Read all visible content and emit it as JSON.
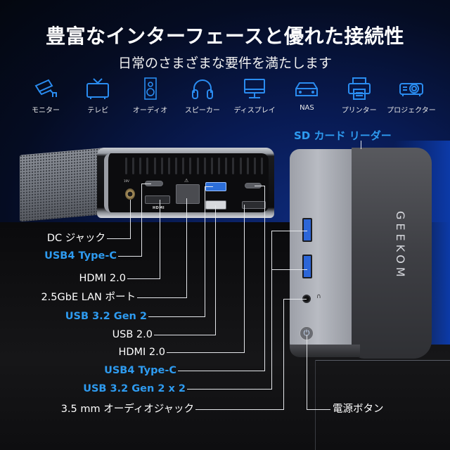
{
  "header": {
    "title": "豊富なインターフェースと優れた接続性",
    "subtitle": "日常のさまざまな要件を満たします"
  },
  "devices": [
    {
      "icon": "security-camera-icon",
      "label": "モニター"
    },
    {
      "icon": "tv-icon",
      "label": "テレビ"
    },
    {
      "icon": "speaker-icon",
      "label": "オーディオ"
    },
    {
      "icon": "headphones-icon",
      "label": "スピーカー"
    },
    {
      "icon": "monitor-icon",
      "label": "ディスプレイ"
    },
    {
      "icon": "nas-icon",
      "label": "NAS"
    },
    {
      "icon": "printer-icon",
      "label": "プリンター"
    },
    {
      "icon": "projector-icon",
      "label": "プロジェクター"
    }
  ],
  "product": {
    "brand": "GEEKOM",
    "sd_card_label": "SD カード リーダー",
    "rear_ports": [
      {
        "label": "DC ジャック",
        "highlight": false
      },
      {
        "label": "USB4 Type-C",
        "highlight": true
      },
      {
        "label": "HDMI 2.0",
        "highlight": false
      },
      {
        "label": "2.5GbE LAN ポート",
        "highlight": false
      },
      {
        "label": "USB 3.2 Gen 2",
        "highlight": true
      },
      {
        "label": "USB 2.0",
        "highlight": false
      },
      {
        "label": "HDMI 2.0",
        "highlight": false
      },
      {
        "label": "USB4 Type-C",
        "highlight": true
      }
    ],
    "front_ports": [
      {
        "label": "USB 3.2 Gen 2 x 2",
        "highlight": true
      },
      {
        "label": "3.5 mm オーディオジャック",
        "highlight": false
      },
      {
        "label": "電源ボタン",
        "highlight": false
      }
    ],
    "port_markings": {
      "hdmi": "HDMI",
      "dc": "19V"
    }
  },
  "colors": {
    "accent_blue": "#2e9bf0",
    "icon_blue": "#2a8cf0",
    "background": "#050a18"
  }
}
